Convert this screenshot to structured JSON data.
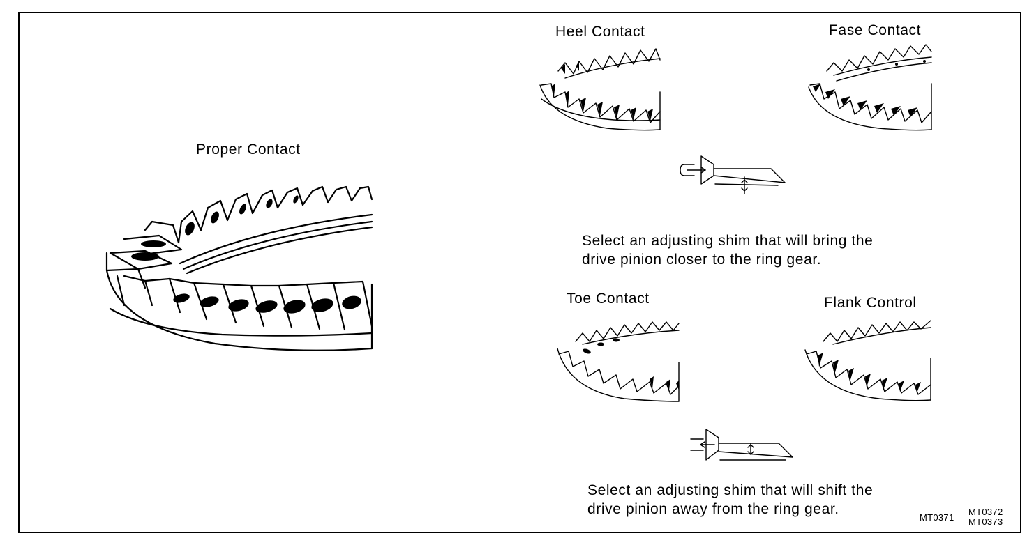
{
  "labels": {
    "proper": "Proper Contact",
    "heel": "Heel Contact",
    "fase": "Fase Contact",
    "toe": "Toe Contact",
    "flank": "Flank Control"
  },
  "captions": {
    "closer_line1": "Select an adjusting shim that will bring the",
    "closer_line2": "drive pinion closer to the ring gear.",
    "away_line1": "Select an adjusting shim that will shift the",
    "away_line2": "drive pinion away from the ring gear."
  },
  "codes": {
    "left": "MT0371",
    "right_top": "MT0372",
    "right_bottom": "MT0373"
  },
  "icons": {
    "proper": "ring-gear-proper-contact-illustration",
    "heel": "ring-gear-heel-contact-illustration",
    "fase": "ring-gear-face-contact-illustration",
    "toe": "ring-gear-toe-contact-illustration",
    "flank": "ring-gear-flank-contact-illustration",
    "pinion_closer": "pinion-move-closer-diagram",
    "pinion_away": "pinion-move-away-diagram"
  }
}
